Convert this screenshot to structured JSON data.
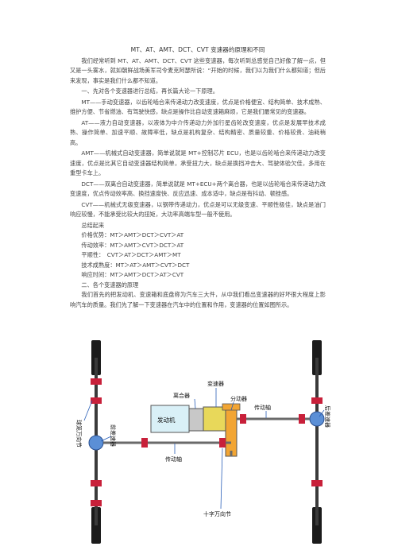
{
  "doc": {
    "title": "MT、AT、AMT、DCT、CVT 变速器的原理和不同",
    "intro": "我们经常听到 MT、AT、AMT、DCT、CVT 这些变速器，每次听到总感觉自己好像了解一点，但又是一头雾水，就如朝鲜战场美军司令麦克阿瑟所说：“开始的时候，我们以为我们什么都知道；但后来发现，事实是我们什么都不知道。",
    "section1": "一、先对各个变速器进行总结，再长篇大论一下原理。",
    "mt": "MT——手动变速器，以齿轮啮合来传递动力改变速度，优点是价格便宜、结构简单、技术成熟、维护方便、节省燃油、有驾驶快感，缺点是操作比自动变速箱麻烦，它是我们最常见的变速器。",
    "at": "AT——液力自动变速器，以液体为中介传递动力外加行星齿轮改变速度，优点是发展早技术成熟、操作简单、加速平顺、故障率低，缺点是机构复杂、结构精密、质量较重、价格较贵、油耗稍高。",
    "amt": "AMT——机械式自动变速器，简单说就是 MT+控制芯片 ECU，也是以齿轮啮合来传递动力改变速度，优点是比其它自动变速器结构简单，承受扭力大，缺点是换挡冲击大、驾驶体验欠佳，多用在重型卡车上。",
    "dct": "DCT——双离合自动变速器，简单说就是 MT+ECU+两个离合器，也是以齿轮啮合来传递动力改变速度，优点传动效率高、换挡速度快、反应迅速、成本适中，缺点是有抖动、顿挫感。",
    "cvt": "CVT——机械式无级变速器，以钢带传递动力，优点是可以无级变速、平顺性极佳，缺点是油门响应较慢，不能承受比较大的扭矩，大功率高端车型一般不使用。",
    "summary_title": "总结起来",
    "rank_price": "价格优势：MT＞AMT＞DCT＞CVT＞AT",
    "rank_efficiency": "传动效率：MT＞AMT＞CVT＞DCT＞AT",
    "rank_smooth": "平顺性：　CVT＞AT＞DCT＞AMT＞MT",
    "rank_maturity": "技术成熟度：MT＞AT＞AMT＞CVT＞DCT",
    "rank_response": "响应时间：MT＞AMT＞DCT＞AT＞CVT",
    "section2": "二、各个变速器的原理",
    "principle_intro": "我们首先的把发动机、变速箱和底盘称为汽车三大件，从中我们看出变速器的好坏很大程度上影响汽车的质量。我们先了解一下变速器在汽车中的位置和作用，变速器的位置如图所示。"
  },
  "diagram": {
    "label_transmission": "变速器",
    "label_clutch": "离合器",
    "label_engine": "发动机",
    "label_transfer": "分动器",
    "label_driveshaft_upper": "传动轴",
    "label_driveshaft_lower": "传动轴",
    "label_cv_joint": "球笼万向节",
    "label_front_diff": "前差速器",
    "label_rear_diff": "后差速器",
    "label_universal_joint": "十字万向节",
    "colors": {
      "axle": "#3a3a3a",
      "wheel": "#1b1b1b",
      "engine": "#d9f0f7",
      "clutch": "#c8c8c8",
      "transfer": "#f2a533",
      "shaft": "#e8d85a",
      "joint": "#c8203a",
      "diff": "#5b8fd6",
      "pointer": "#2a5fb8"
    }
  }
}
